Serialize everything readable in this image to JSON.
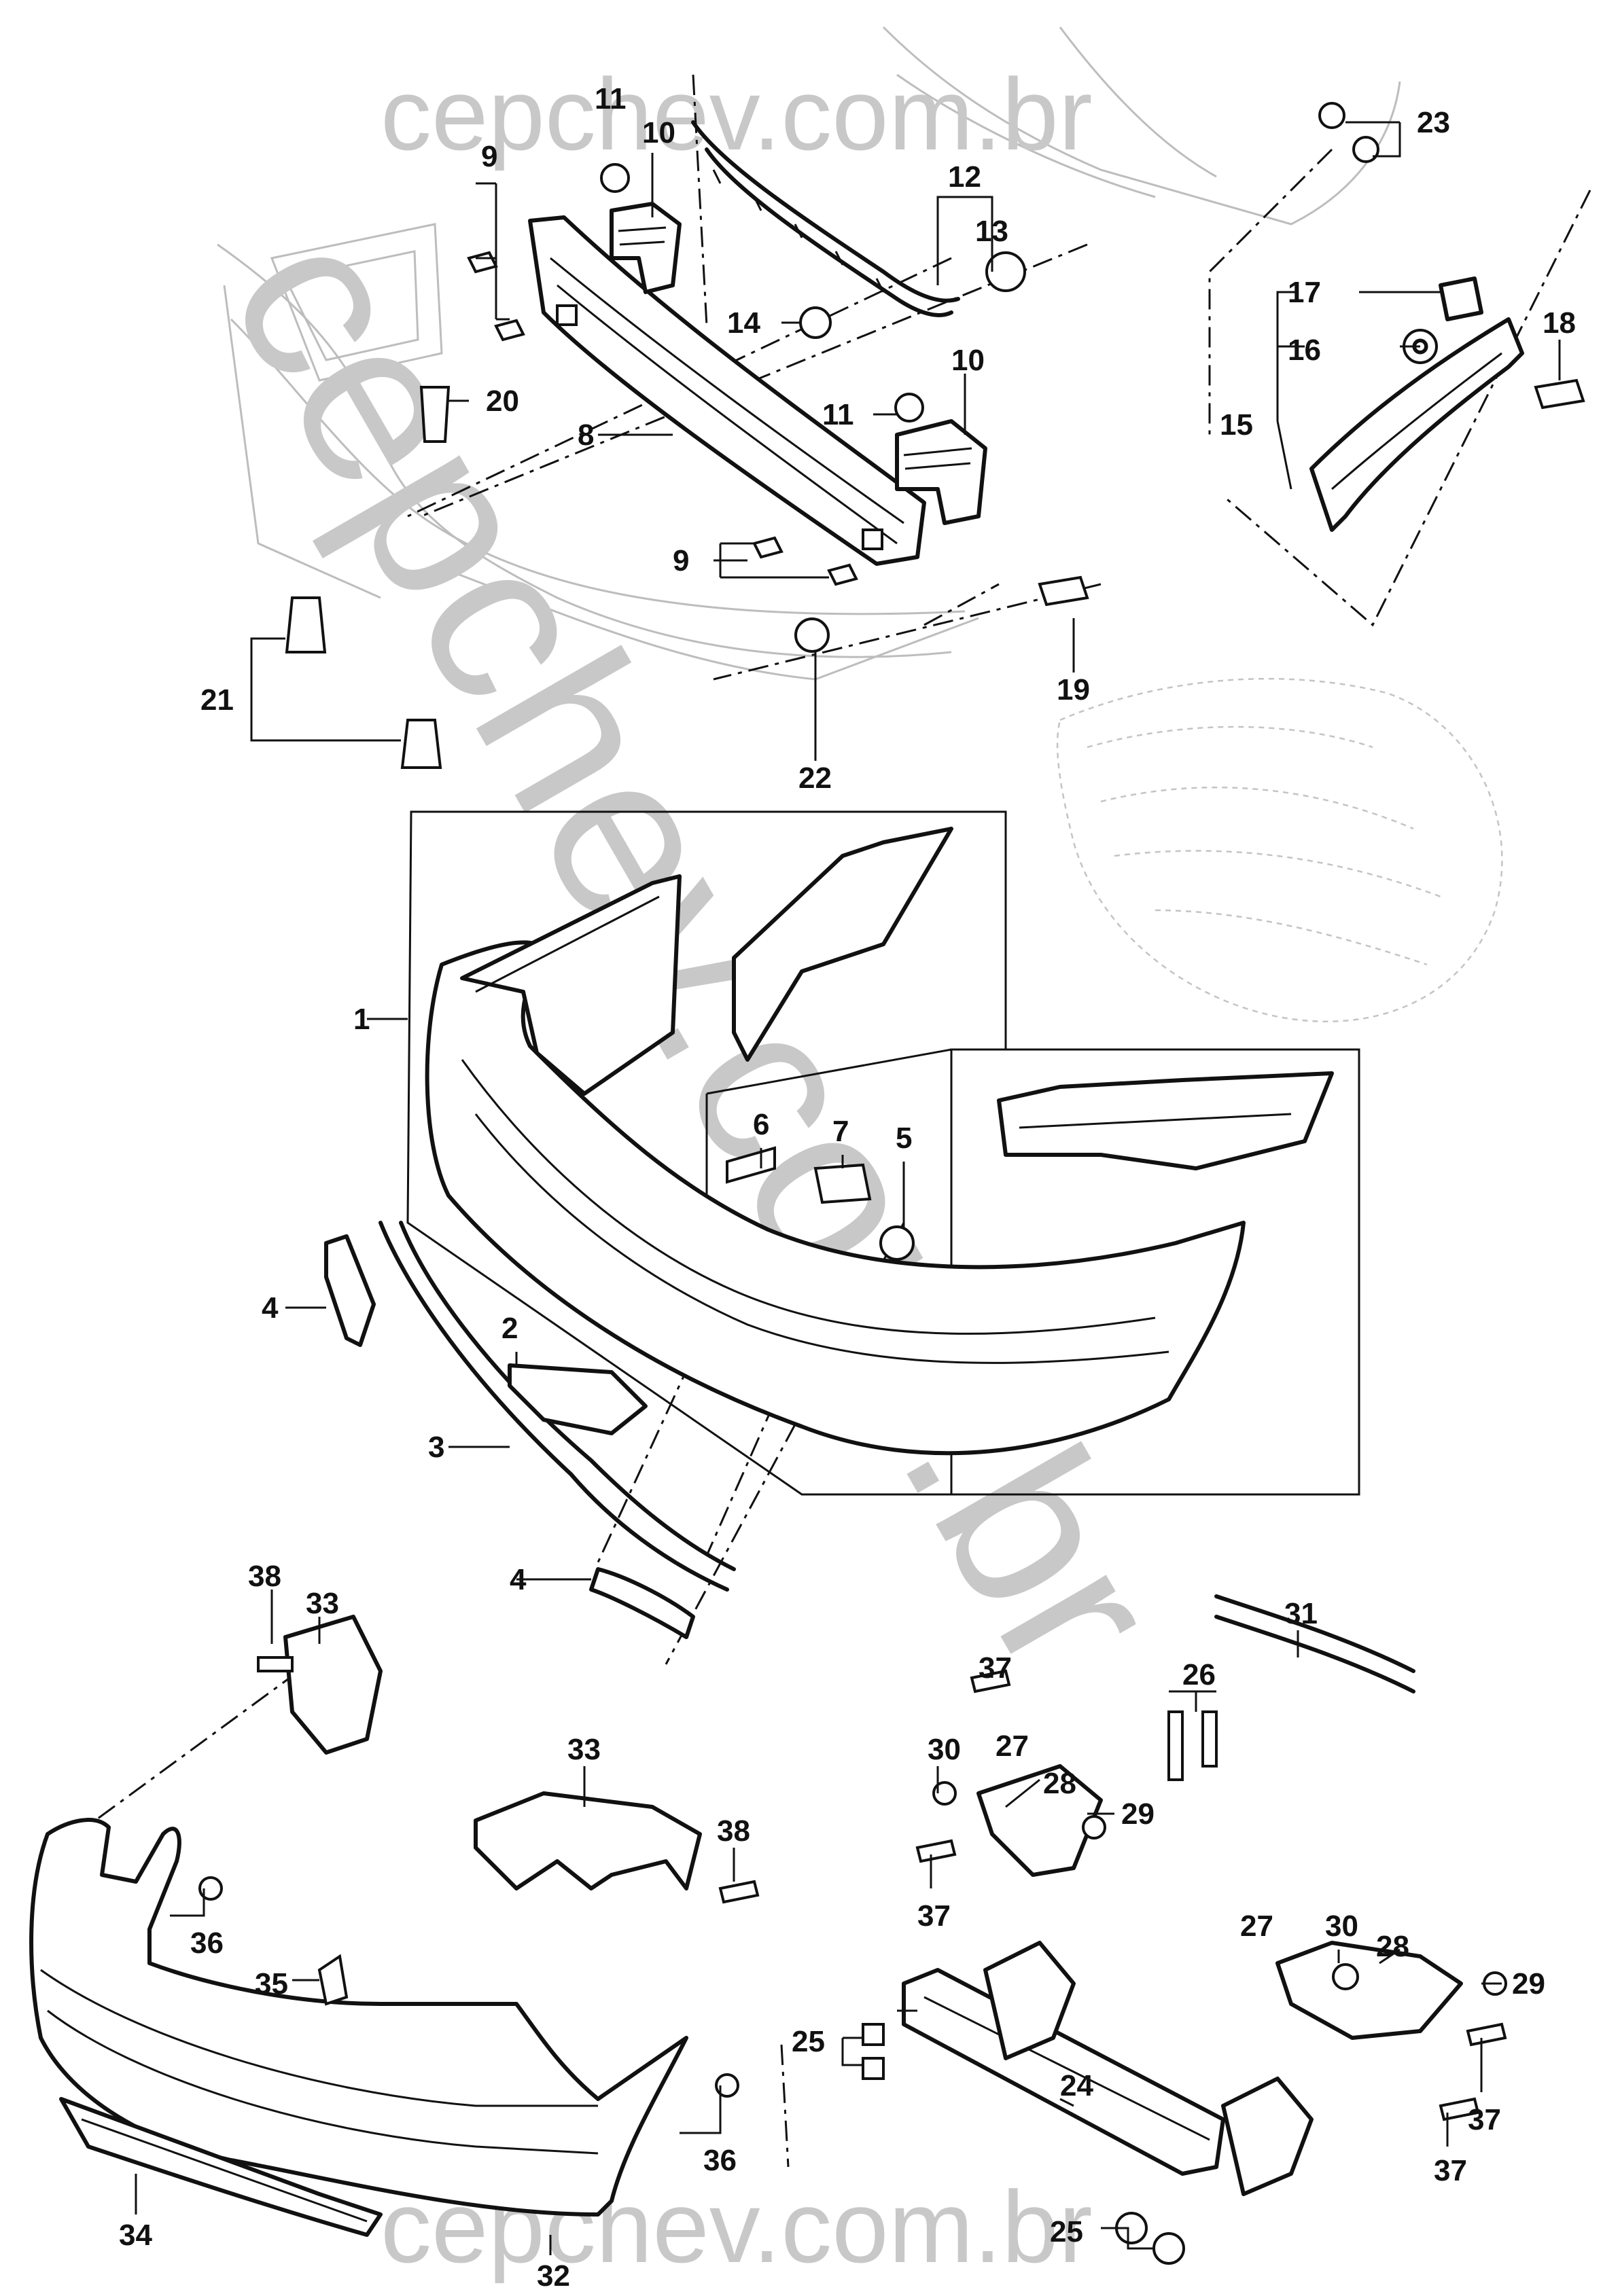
{
  "watermarks": {
    "top": "cepchev.com.br",
    "bottom": "cepchev.com.br",
    "diagonal": "cepchev.com.br"
  },
  "callouts": [
    "1",
    "2",
    "3",
    "4",
    "4",
    "5",
    "6",
    "7",
    "8",
    "9",
    "9",
    "10",
    "10",
    "11",
    "11",
    "12",
    "13",
    "14",
    "15",
    "16",
    "17",
    "18",
    "19",
    "20",
    "21",
    "22",
    "23",
    "24",
    "25",
    "25",
    "26",
    "27",
    "27",
    "28",
    "28",
    "29",
    "29",
    "30",
    "30",
    "31",
    "32",
    "33",
    "33",
    "34",
    "35",
    "36",
    "36",
    "37",
    "37",
    "37",
    "37",
    "38",
    "38"
  ],
  "colors": {
    "watermark": "#c8c8c8",
    "line": "#111111",
    "ghost": "#bdbdbd"
  }
}
